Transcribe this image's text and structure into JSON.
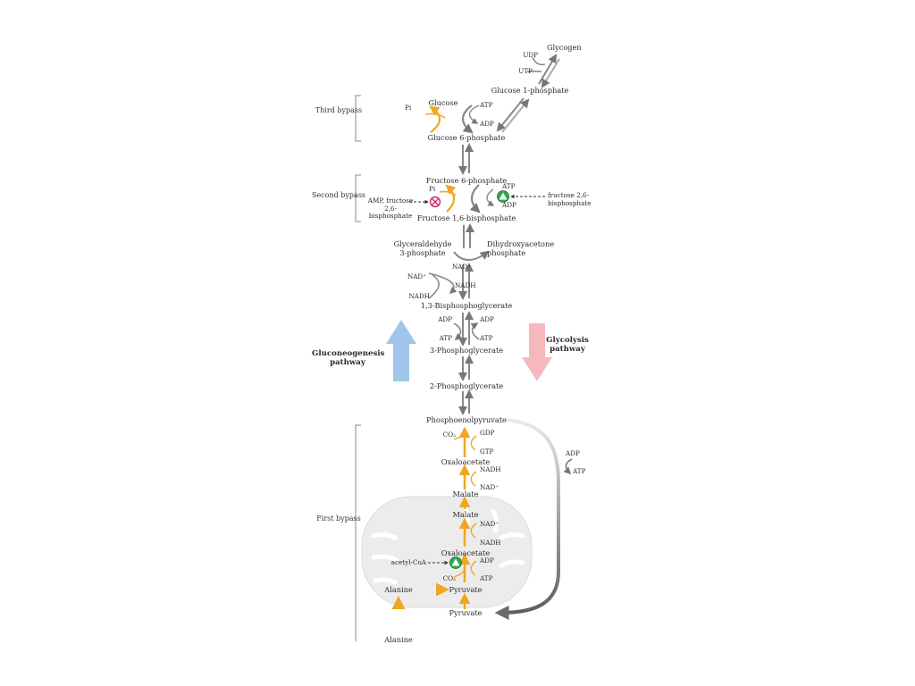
{
  "pathways": {
    "gluconeogenesis": "Gluconeogenesis pathway",
    "glycolysis": "Glycolysis pathway"
  },
  "bypasses": {
    "third": "Third bypass",
    "second": "Second bypass",
    "first": "First bypass"
  },
  "metabolites": {
    "glycogen": "Glycogen",
    "glucose_1_phosphate": "Glucose 1-phosphate",
    "glucose": "Glucose",
    "glucose_6_phosphate": "Glucose 6-phosphate",
    "fructose_6_phosphate": "Fructose 6-phosphate",
    "fructose_1_6_bisphosphate": "Fructose 1,6-bisphosphate",
    "glyceraldehyde_3_phosphate": "Glyceraldehyde 3-phosphate",
    "dihydroxyacetone_phosphate": "Dihydroxyacetone phosphate",
    "bisphosphoglycerate_1_3": "1,3-Bisphosphoglycerate",
    "phosphoglycerate_3": "3-Phosphoglycerate",
    "phosphoglycerate_2": "2-Phosphoglycerate",
    "phosphoenolpyruvate": "Phosphoenolpyruvate",
    "oxaloacetate": "Oxaloacetate",
    "malate": "Malate",
    "pyruvate": "Pyruvate",
    "alanine": "Alanine"
  },
  "cofactors": {
    "udp": "UDP",
    "utp": "UTP",
    "atp": "ATP",
    "adp": "ADP",
    "pi": "Pi",
    "nad_plus": "NAD⁺",
    "nadh": "NADH",
    "co2": "CO₂",
    "gdp": "GDP",
    "gtp": "GTP"
  },
  "regulators": {
    "amp_fructose_26_bp": "AMP, fructose 2,6-bisphosphate",
    "fructose_26_bp": "fructose 2,6-bisphosphate",
    "acetyl_coa": "acetyl-CoA"
  },
  "colors": {
    "gluconeogenesis_arrow": "#f0a623",
    "glycolysis_arrow": "#777777",
    "gluconeogenesis_big_arrow": "#9fc6ea",
    "glycolysis_big_arrow": "#f7b8bd",
    "activator": "#2ea84a",
    "inhibitor": "#c2185b",
    "mitochondrion": "#ececec"
  }
}
